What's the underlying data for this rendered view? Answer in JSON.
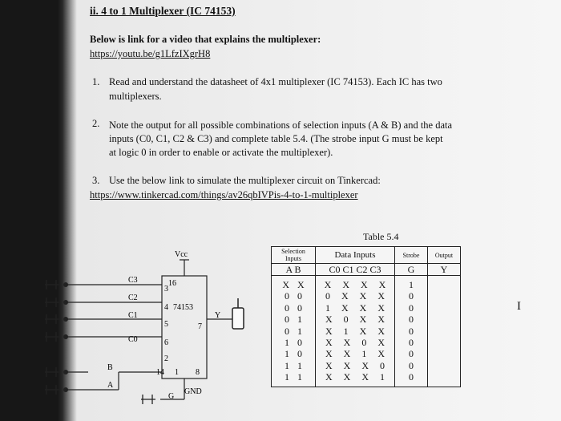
{
  "heading": "ii. 4 to 1 Multiplexer (IC 74153)",
  "intro": "Below is link for a video that explains the multiplexer:",
  "video_url": "https://youtu.be/g1LfzIXgrH8",
  "steps": [
    {
      "num": "1.",
      "line1": "Read and understand the datasheet of 4x1 multiplexer (IC 74153). Each IC has two",
      "line2": "multiplexers."
    },
    {
      "num": "2.",
      "line1": "Note the output for all possible combinations of selection inputs (A & B) and the data",
      "line2": "inputs (C0, C1, C2 & C3) and complete table 5.4. (The strobe input G must be kept",
      "line3": "at logic 0 in order to enable or activate the multiplexer)."
    },
    {
      "num": "3.",
      "line1": "Use the below link to simulate the multiplexer circuit on Tinkercad:",
      "url": "https://www.tinkercad.com/things/av26qbIVPis-4-to-1-multiplexer"
    }
  ],
  "table": {
    "caption": "Table 5.4",
    "headers": {
      "selection": "Selection Inputs",
      "data": "Data Inputs",
      "strobe": "Strobe",
      "output": "Output"
    },
    "subheaders": {
      "ab": "A  B",
      "c": "C0  C1  C2  C3",
      "g": "G",
      "y": "Y"
    },
    "rows": [
      {
        "a": "X",
        "b": "X",
        "c0": "X",
        "c1": "X",
        "c2": "X",
        "c3": "X",
        "g": "1"
      },
      {
        "a": "0",
        "b": "0",
        "c0": "0",
        "c1": "X",
        "c2": "X",
        "c3": "X",
        "g": "0"
      },
      {
        "a": "0",
        "b": "0",
        "c0": "1",
        "c1": "X",
        "c2": "X",
        "c3": "X",
        "g": "0"
      },
      {
        "a": "0",
        "b": "1",
        "c0": "X",
        "c1": "0",
        "c2": "X",
        "c3": "X",
        "g": "0"
      },
      {
        "a": "0",
        "b": "1",
        "c0": "X",
        "c1": "1",
        "c2": "X",
        "c3": "X",
        "g": "0"
      },
      {
        "a": "1",
        "b": "0",
        "c0": "X",
        "c1": "X",
        "c2": "0",
        "c3": "X",
        "g": "0"
      },
      {
        "a": "1",
        "b": "0",
        "c0": "X",
        "c1": "X",
        "c2": "1",
        "c3": "X",
        "g": "0"
      },
      {
        "a": "1",
        "b": "1",
        "c0": "X",
        "c1": "X",
        "c2": "X",
        "c3": "0",
        "g": "0"
      },
      {
        "a": "1",
        "b": "1",
        "c0": "X",
        "c1": "X",
        "c2": "X",
        "c3": "1",
        "g": "0"
      }
    ]
  },
  "circuit": {
    "vcc": "Vcc",
    "chip": "74153",
    "output": "Y",
    "gnd": "GND",
    "g_label": "G",
    "inputs": [
      "C3",
      "C2",
      "C1",
      "C0",
      "B",
      "A"
    ],
    "pins": {
      "vcc": "16",
      "c3": "3",
      "c2": "4",
      "c1": "5",
      "c0": "6",
      "b": "14",
      "a": "2",
      "y": "7",
      "gnd": "8",
      "g": "1"
    }
  },
  "cursor_glyph": "I"
}
